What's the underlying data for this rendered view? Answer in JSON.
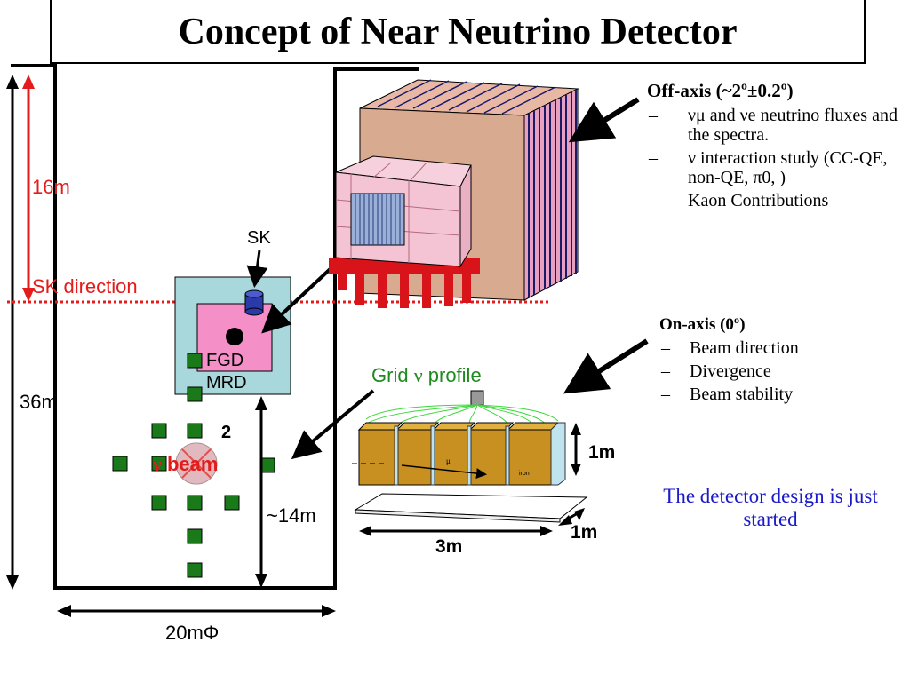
{
  "title": "Concept of Near Neutrino Detector",
  "colors": {
    "red": "#e31b1b",
    "green": "#1f8a1f",
    "detector_box": "#a8d8dc",
    "fgd": "#f48fc8",
    "sk": "#2b3aa8",
    "blue_text": "#1a1ac8"
  },
  "hall": {
    "label_16m": "16m",
    "label_sk": "SK",
    "label_sk_direction": "SK direction",
    "label_fgd": "FGD",
    "label_mrd": "MRD",
    "label_36m": "36m",
    "label_beam_sym": "ν",
    "label_beam": " beam",
    "label_2": "2",
    "label_14m": "~14m",
    "label_20m": "20mΦ"
  },
  "grid": {
    "label_prefix": "Grid ",
    "label_nu": "ν",
    "label_suffix": " profile",
    "label_1m_height": "1m",
    "label_1m_depth": "1m",
    "label_3m": "3m",
    "label_iron": "iron",
    "label_mu": "μ"
  },
  "off_axis": {
    "header": "Off-axis (~2º±0.2º)",
    "items": [
      "νμ and νe neutrino fluxes and the spectra.",
      "ν interaction study (CC-QE, non-QE, π0, )",
      "Kaon Contributions"
    ]
  },
  "on_axis": {
    "header": "On-axis (0º)",
    "items": [
      "Beam direction",
      "Divergence",
      "Beam stability"
    ]
  },
  "note": "The detector design is just started"
}
